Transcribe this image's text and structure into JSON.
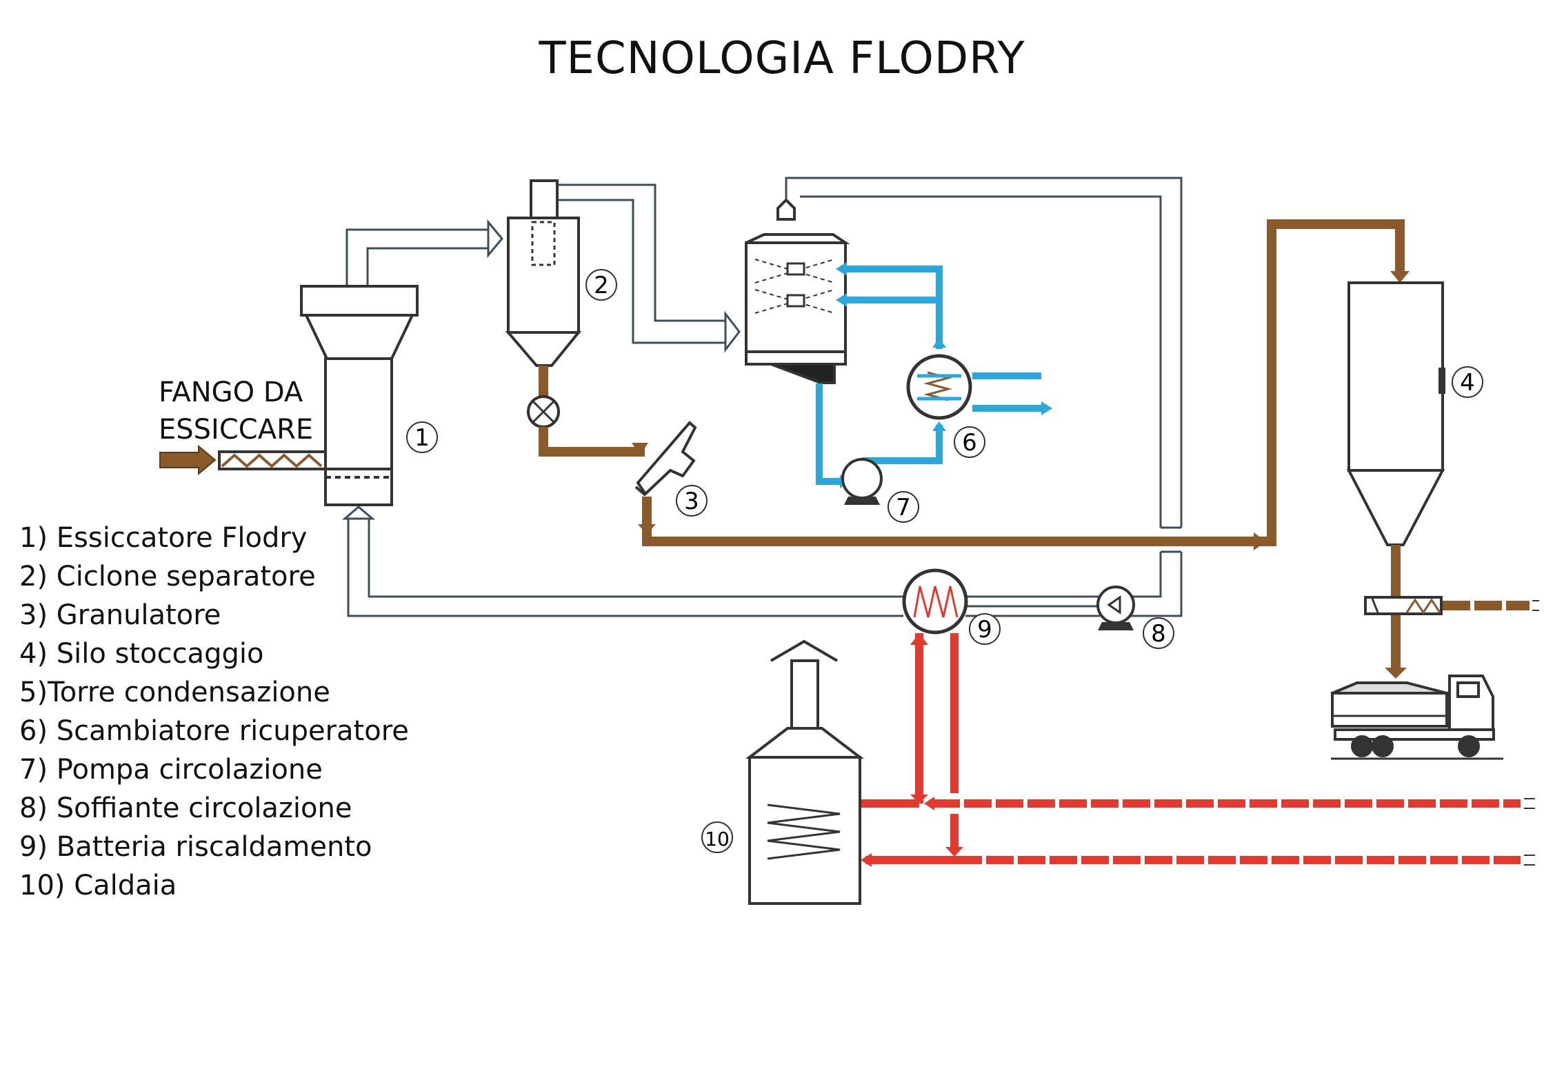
{
  "title": "TECNOLOGIA FLODRY",
  "feed_label": [
    "FANGO DA",
    "ESSICCARE"
  ],
  "legend": [
    "1) Essiccatore Flodry",
    "2) Ciclone separatore",
    "3) Granulatore",
    "4) Silo stoccaggio",
    "5)Torre condensazione",
    "6) Scambiatore ricuperatore",
    "7) Pompa circolazione",
    "8) Soffiante circolazione",
    "9) Batteria riscaldamento",
    "10) Caldaia"
  ],
  "markers": {
    "m1": "1",
    "m2": "2",
    "m3": "3",
    "m4": "4",
    "m6": "6",
    "m7": "7",
    "m8": "8",
    "m9": "9",
    "m10": "10"
  },
  "colors": {
    "sludge": "#8a5a2b",
    "water": "#2aa7dd",
    "hot_water": "#e23a2e",
    "gas": "#3c4d5c"
  }
}
